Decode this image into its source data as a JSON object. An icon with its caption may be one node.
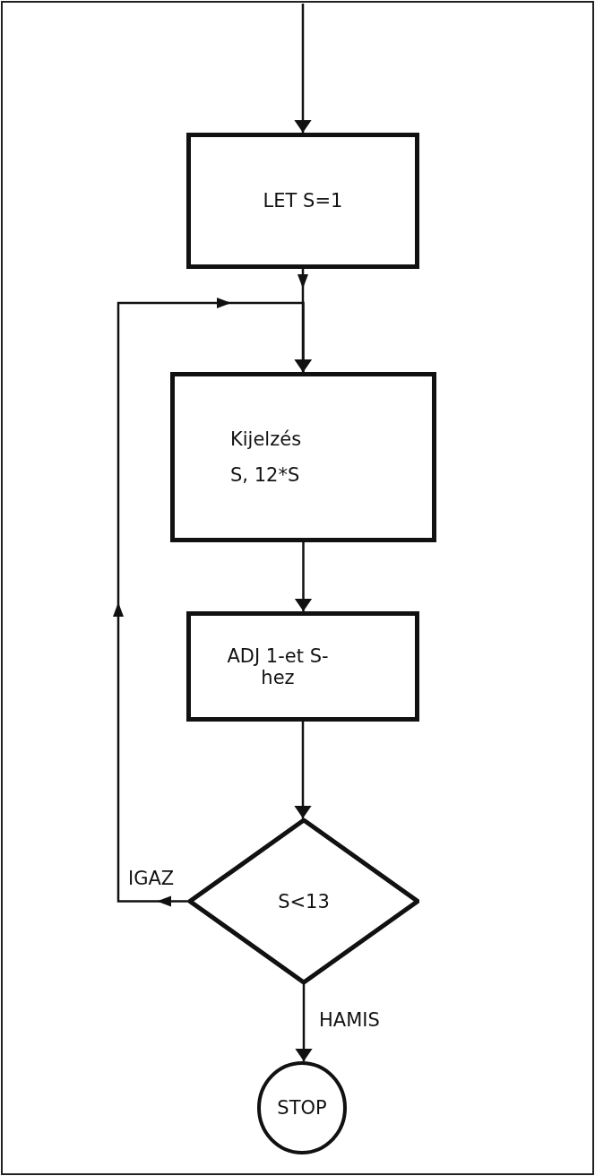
{
  "diagram": {
    "nodes": [
      {
        "text": [
          "LET S=1"
        ]
      },
      {
        "text": [
          "Kijelzés",
          "S, 12*S"
        ]
      },
      {
        "text": [
          "ADJ 1-et S-hez"
        ]
      },
      {
        "text": [
          "S<13"
        ]
      },
      {
        "text": [
          "STOP"
        ]
      }
    ],
    "edges": [
      {
        "from": null,
        "to": 0,
        "arrow": "to"
      },
      {
        "from": 0,
        "to": 1,
        "arrow": "to"
      },
      {
        "from": 1,
        "to": 2,
        "arrow": "to"
      },
      {
        "from": 2,
        "to": 3,
        "arrow": "to"
      },
      {
        "from": 3,
        "to": 1,
        "arrow": "to",
        "label": "IGAZ"
      },
      {
        "from": 3,
        "to": 4,
        "arrow": "to",
        "label": "HAMIS"
      }
    ]
  }
}
